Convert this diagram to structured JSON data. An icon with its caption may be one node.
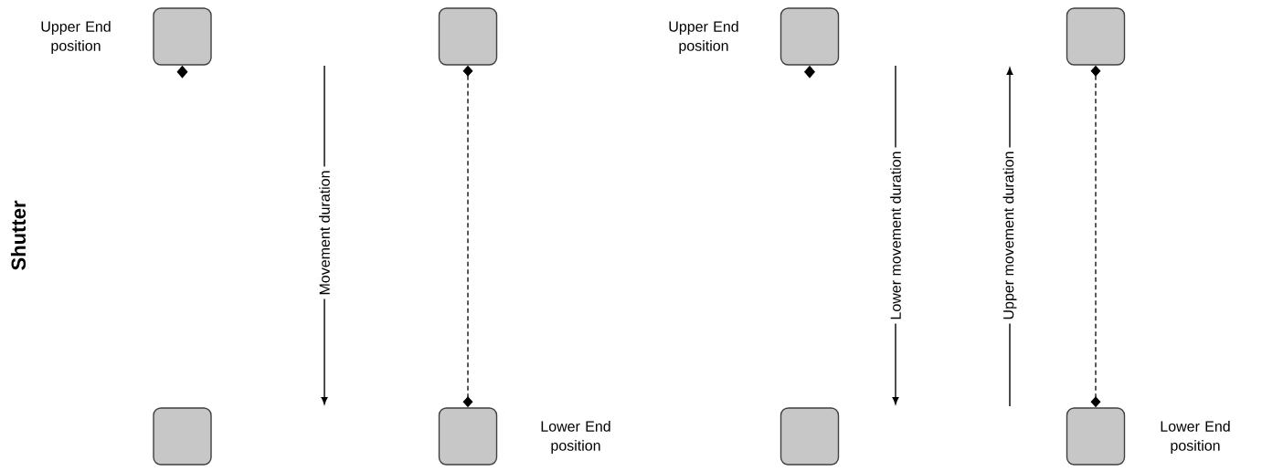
{
  "diagram": {
    "nodes": [
      {
        "text": [],
        "shape": "box"
      },
      {
        "text": [],
        "shape": "box"
      },
      {
        "text": [],
        "shape": "box"
      },
      {
        "text": [],
        "shape": "box"
      },
      {
        "text": [],
        "shape": "box"
      },
      {
        "text": [],
        "shape": "box"
      },
      {
        "text": [],
        "shape": "box"
      },
      {
        "text": [],
        "shape": "box"
      }
    ],
    "edges": [
      {
        "from": 1,
        "to": 3,
        "arrow": "other",
        "style": "dashed"
      },
      {
        "from": 5,
        "to": 7,
        "arrow": "other",
        "style": "dashed"
      }
    ],
    "labels": [
      "Upper End position",
      "Upper End position",
      "Shutter",
      "Movement duration",
      "Lower movement duration",
      "Upper movement duration",
      "Lower End position",
      "Lower End position"
    ]
  }
}
